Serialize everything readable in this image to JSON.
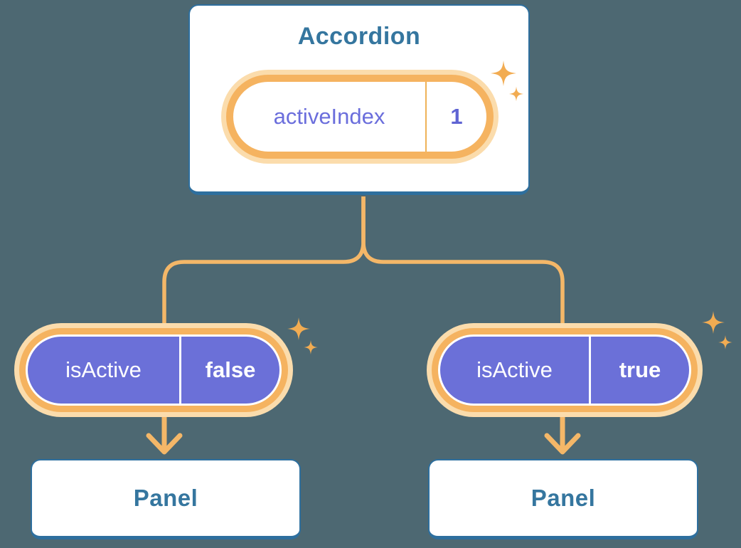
{
  "colors": {
    "background": "#4D6872",
    "card_fill": "#FFFFFF",
    "card_border_blue": "#2E6F9E",
    "card_text_blue": "#35769F",
    "orange_ring": "#F5B360",
    "cream_glow": "#FBDCAC",
    "connector_orange": "#F4B768",
    "sparkle_orange": "#F2AC52",
    "purple_fill": "#6B70D8",
    "indigo_text": "#6B6EDC",
    "indigo_value": "#5F64D3",
    "white_text": "#FFFFFF"
  },
  "diagram": {
    "root": {
      "title": "Accordion",
      "state": {
        "label": "activeIndex",
        "value": "1"
      }
    },
    "children": [
      {
        "prop": {
          "label": "isActive",
          "value": "false"
        },
        "panel": {
          "title": "Panel"
        }
      },
      {
        "prop": {
          "label": "isActive",
          "value": "true"
        },
        "panel": {
          "title": "Panel"
        }
      }
    ]
  }
}
